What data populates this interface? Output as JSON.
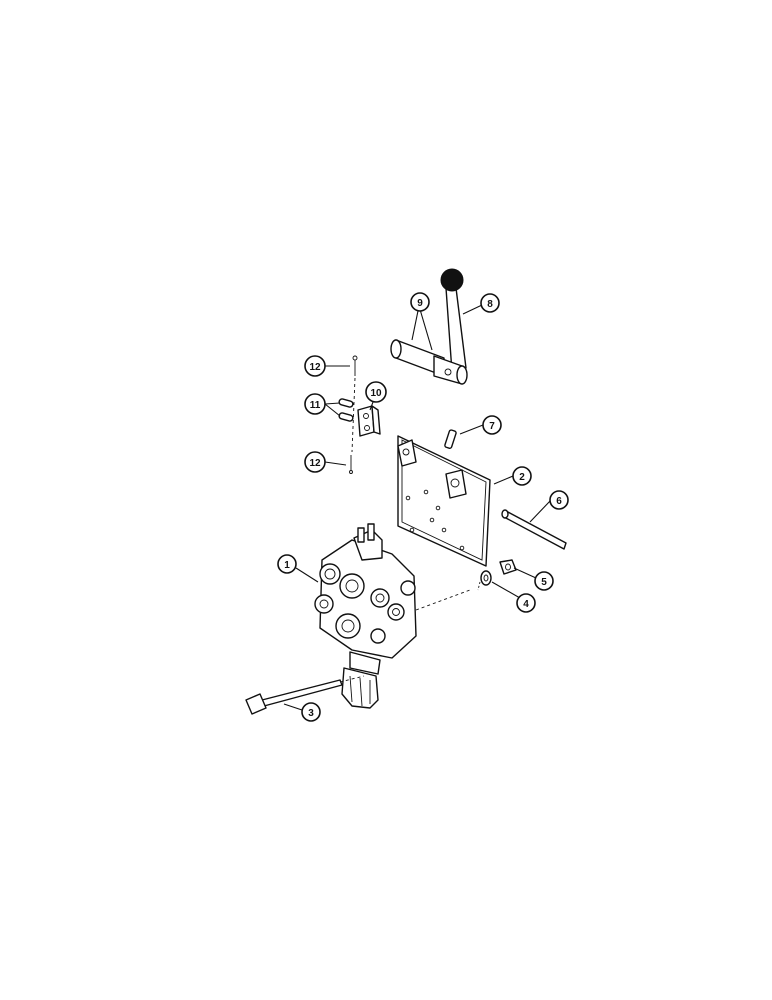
{
  "callouts": [
    {
      "id": "c1",
      "label": "1"
    },
    {
      "id": "c2",
      "label": "2"
    },
    {
      "id": "c3",
      "label": "3"
    },
    {
      "id": "c4",
      "label": "4"
    },
    {
      "id": "c5",
      "label": "5"
    },
    {
      "id": "c6",
      "label": "6"
    },
    {
      "id": "c7",
      "label": "7"
    },
    {
      "id": "c8",
      "label": "8"
    },
    {
      "id": "c9",
      "label": "9"
    },
    {
      "id": "c10",
      "label": "10"
    },
    {
      "id": "c11",
      "label": "11"
    },
    {
      "id": "c12a",
      "label": "12"
    },
    {
      "id": "c12b",
      "label": "12"
    }
  ]
}
